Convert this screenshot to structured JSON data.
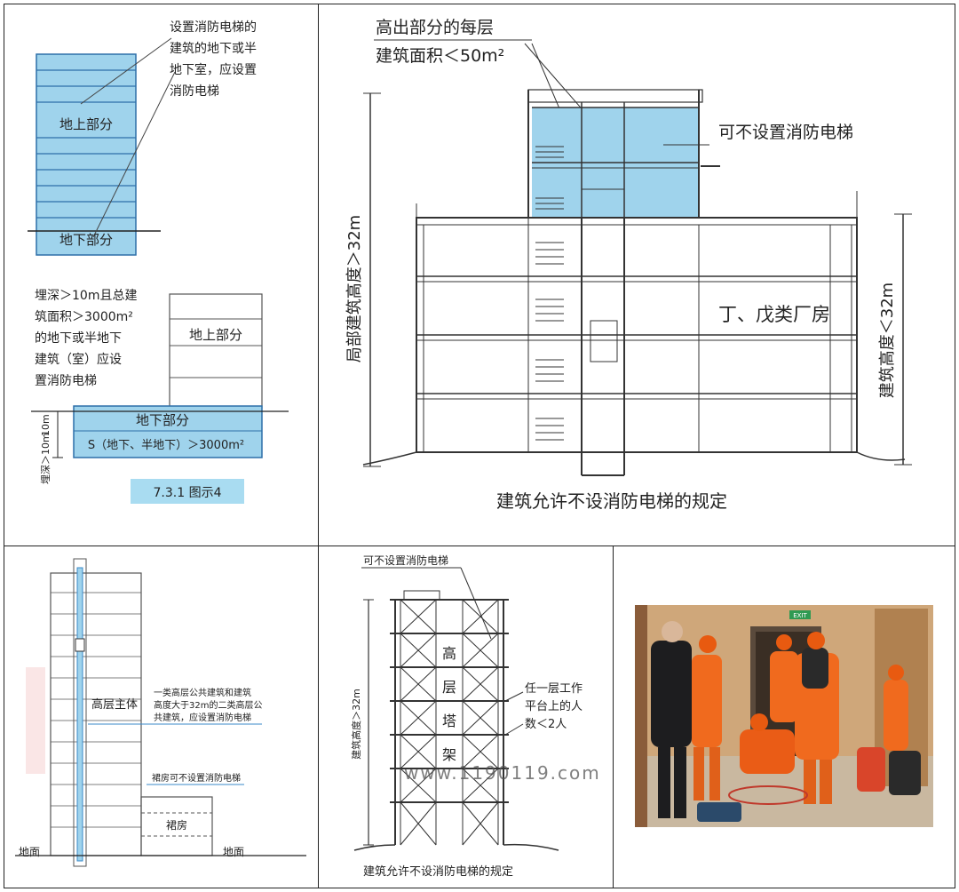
{
  "p1": {
    "callout": [
      "设置消防电梯的",
      "建筑的地下或半",
      "地下室，应设置",
      "消防电梯"
    ],
    "above": "地上部分",
    "below": "地下部分",
    "note": [
      "埋深＞10m且总建",
      "筑面积＞3000m²",
      "的地下或半地下",
      "建筑（室）应设",
      "置消防电梯"
    ],
    "above2": "地上部分",
    "below2": "地下部分",
    "area": "S（地下、半地下）＞3000m²",
    "depth_mark": "10m",
    "depth_label": "埋深＞10m",
    "caption": "7.3.1 图示4"
  },
  "p2": {
    "top_note": [
      "高出部分的每层",
      "建筑面积＜50m²"
    ],
    "no_elevator": "可不设置消防电梯",
    "left_height": "局部建筑高度＞32m",
    "factory": "丁、戊类厂房",
    "right_height": "建筑高度＜32m",
    "caption": "建筑允许不设消防电梯的规定"
  },
  "p3": {
    "main": "高层主体",
    "note": [
      "一类高层公共建筑和建筑",
      "高度大于32m的二类高层公",
      "共建筑，应设置消防电梯"
    ],
    "podium_note": "裙房可不设置消防电梯",
    "podium": "裙房",
    "ground_left": "地面",
    "ground_right": "地面"
  },
  "p4": {
    "top_note": "可不设置消防电梯",
    "height": "建筑高度＞32m",
    "tower": [
      "高",
      "层",
      "塔",
      "架"
    ],
    "note": [
      "任一层工作",
      "平台上的人",
      "数＜2人"
    ],
    "watermark": "www.1190119.com",
    "caption": "建筑允许不设消防电梯的规定"
  },
  "p5": {
    "exit_sign": "EXIT",
    "colors": {
      "uniform": "#f06a1e",
      "wall": "#cfa77a",
      "floor": "#c9b8a0"
    }
  },
  "colors": {
    "blue": "#9fd3ec",
    "blue_dark": "#3a89c9",
    "caption_bg": "#a9dcf1"
  }
}
